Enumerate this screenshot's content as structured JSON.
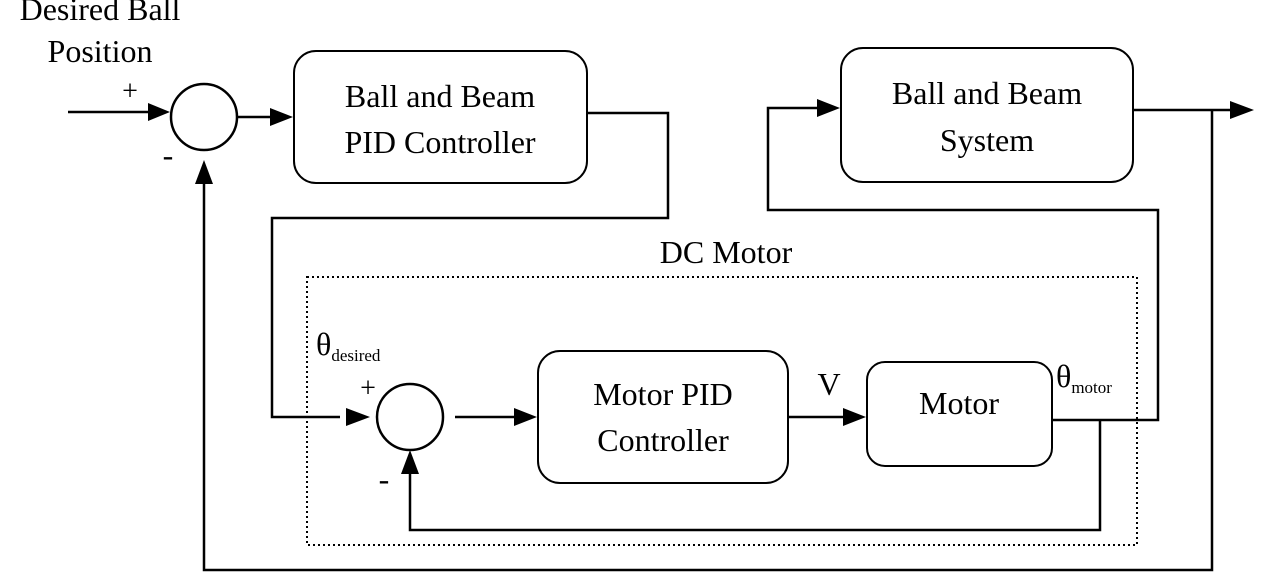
{
  "input_label": {
    "line1": "Desired Ball",
    "line2": "Position"
  },
  "outer_sum": {
    "plus": "+",
    "minus": "-"
  },
  "blocks": {
    "ball_beam_pid": {
      "line1": "Ball and Beam",
      "line2": "PID Controller"
    },
    "ball_beam_system": {
      "line1": "Ball and Beam",
      "line2": "System"
    },
    "motor_pid": {
      "line1": "Motor PID",
      "line2": "Controller"
    },
    "motor": {
      "line1": "Motor"
    }
  },
  "dc_motor_label": "DC Motor",
  "inner_sum": {
    "plus": "+",
    "minus": "-"
  },
  "signals": {
    "theta": "θ",
    "desired_sub": "desired",
    "motor_sub": "motor",
    "voltage": "V"
  }
}
